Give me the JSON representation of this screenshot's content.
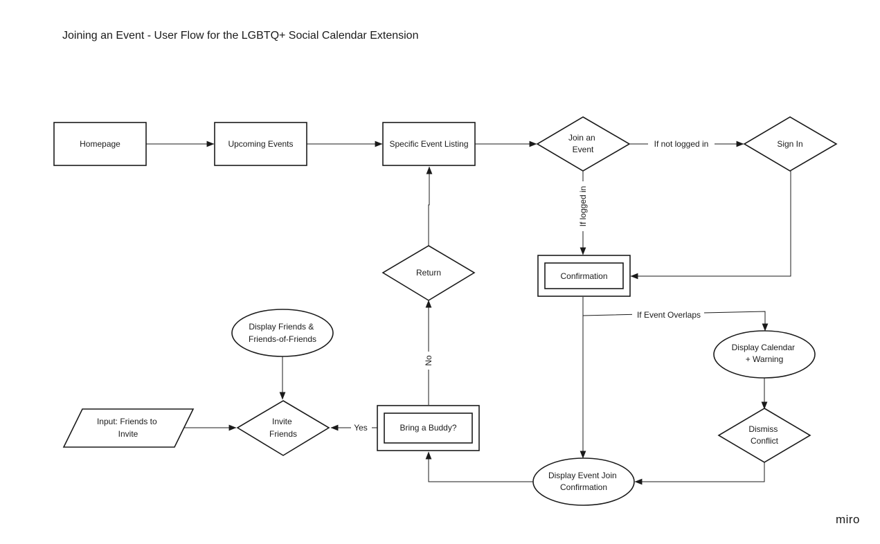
{
  "board": {
    "title": "Joining an Event - User Flow for the LGBTQ+ Social Calendar Extension",
    "brand": "miro"
  },
  "nodes": {
    "homepage": "Homepage",
    "upcoming_events": "Upcoming Events",
    "specific_event_listing": "Specific Event Listing",
    "join_event": [
      "Join an",
      "Event"
    ],
    "sign_in": "Sign In",
    "confirmation": "Confirmation",
    "return": "Return",
    "display_friends": [
      "Display Friends &",
      "Friends-of-Friends"
    ],
    "input_friends": [
      "Input: Friends to",
      "Invite"
    ],
    "invite_friends": [
      "Invite",
      "Friends"
    ],
    "bring_buddy": "Bring a Buddy?",
    "display_calendar": [
      "Display Calendar",
      "+ Warning"
    ],
    "dismiss_conflict": [
      "Dismiss",
      "Conflict"
    ],
    "display_confirmation": [
      "Display Event Join",
      "Confirmation"
    ]
  },
  "edge_labels": {
    "not_logged_in": "If not logged in",
    "logged_in": "If logged in",
    "event_overlaps": "If Event Overlaps",
    "yes": "Yes",
    "no": "No"
  }
}
